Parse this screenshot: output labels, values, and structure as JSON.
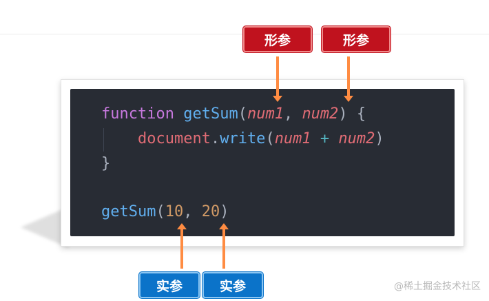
{
  "code": {
    "line1": {
      "keyword": "function",
      "name": "getSum",
      "open_paren": "(",
      "param1": "num1",
      "comma": ",",
      "param2": "num2",
      "close": ") {"
    },
    "line2": {
      "object": "document",
      "dot": ".",
      "method": "write",
      "open_paren": "(",
      "param1": "num1",
      "operator": "+",
      "param2": "num2",
      "close_paren": ")"
    },
    "line3": {
      "brace": "}"
    },
    "line4": {
      "name": "getSum",
      "open_paren": "(",
      "arg1": "10",
      "comma": ",",
      "arg2": "20",
      "close_paren": ")"
    }
  },
  "labels": {
    "formal_param_1": "形参",
    "formal_param_2": "形参",
    "actual_param_1": "实参",
    "actual_param_2": "实参"
  },
  "watermark": "@稀土掘金技术社区",
  "colors": {
    "code_background": "#282c34",
    "formal_badge": "#c0121e",
    "actual_badge": "#0b73c9",
    "arrow": "#ff8c42"
  }
}
